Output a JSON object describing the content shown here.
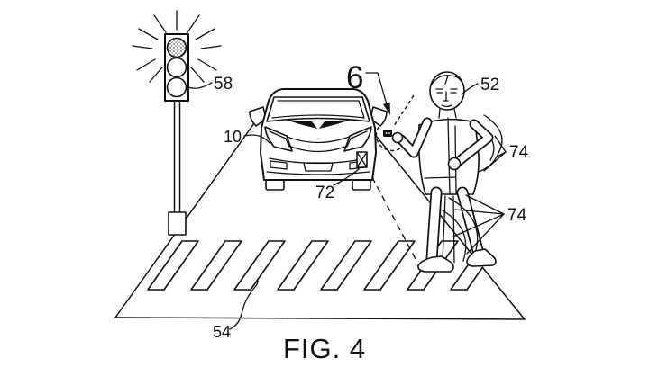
{
  "figure": {
    "caption": "FIG. 4",
    "labels": {
      "system": "6",
      "vehicle": "10",
      "pedestrian": "52",
      "crosswalk": "54",
      "traffic_light": "58",
      "sensor": "72",
      "arm_motion": "74",
      "leg_motion": "74"
    },
    "colors": {
      "ink": "#111111",
      "background": "#ffffff"
    }
  }
}
